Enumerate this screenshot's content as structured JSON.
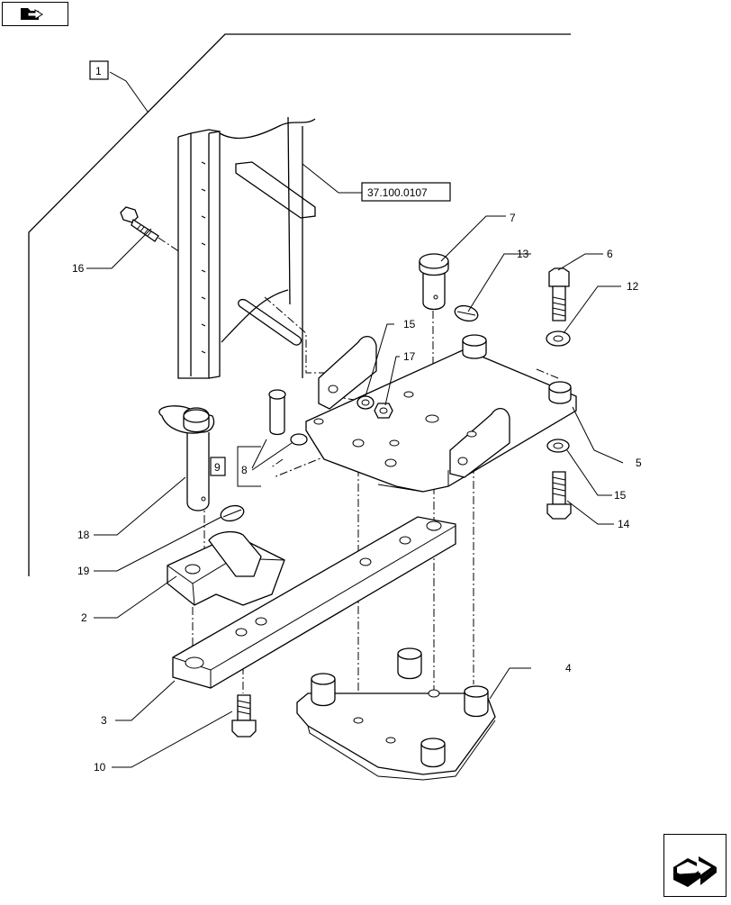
{
  "navigation": {
    "previous_icon": "folder-arrow-icon",
    "next_icon": "next-page-arrow-icon"
  },
  "group_reference": "1",
  "cross_reference": "37.100.0107",
  "callouts": {
    "c2": "2",
    "c3": "3",
    "c4": "4",
    "c5": "5",
    "c6": "6",
    "c7": "7",
    "c8": "8",
    "c9": "9",
    "c10": "10",
    "c12": "12",
    "c13": "13",
    "c14": "14",
    "c15a": "15",
    "c15b": "15",
    "c16": "16",
    "c17": "17",
    "c18": "18",
    "c19": "19"
  }
}
